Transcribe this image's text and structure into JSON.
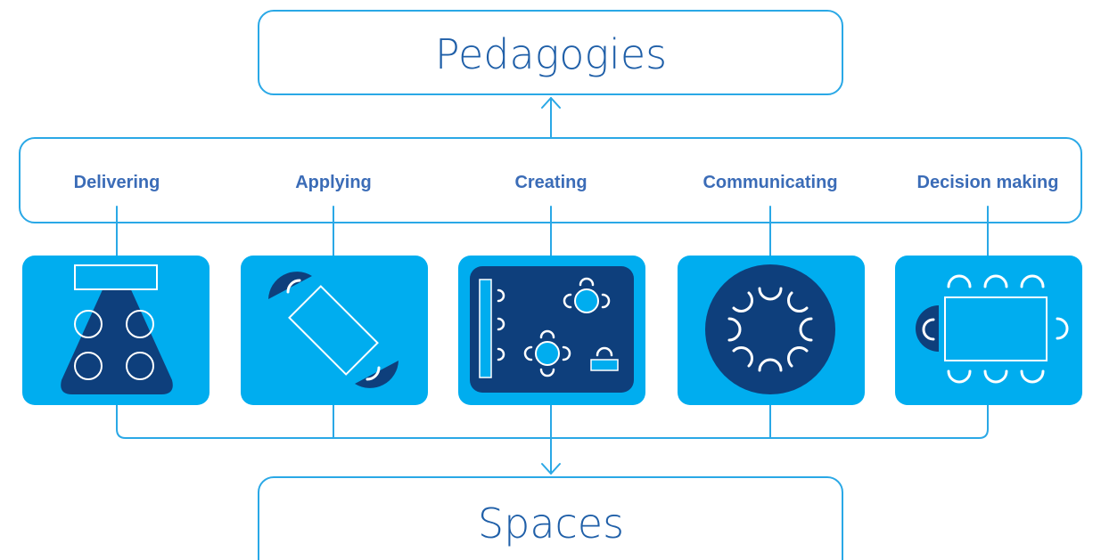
{
  "diagram": {
    "top_box": {
      "label": "Pedagogies"
    },
    "bottom_box": {
      "label": "Spaces"
    },
    "pillars": [
      {
        "label": "Delivering",
        "icon": "lecture-layout-icon"
      },
      {
        "label": "Applying",
        "icon": "workshop-table-layout-icon"
      },
      {
        "label": "Creating",
        "icon": "studio-layout-icon"
      },
      {
        "label": "Communicating",
        "icon": "round-table-layout-icon"
      },
      {
        "label": "Decision making",
        "icon": "boardroom-layout-icon"
      }
    ],
    "colors": {
      "line": "#2aa8e6",
      "tile": "#00adef",
      "dark": "#0e3f7c",
      "title_text": "#1f5fa8",
      "label_text": "#3b6cb7"
    }
  }
}
